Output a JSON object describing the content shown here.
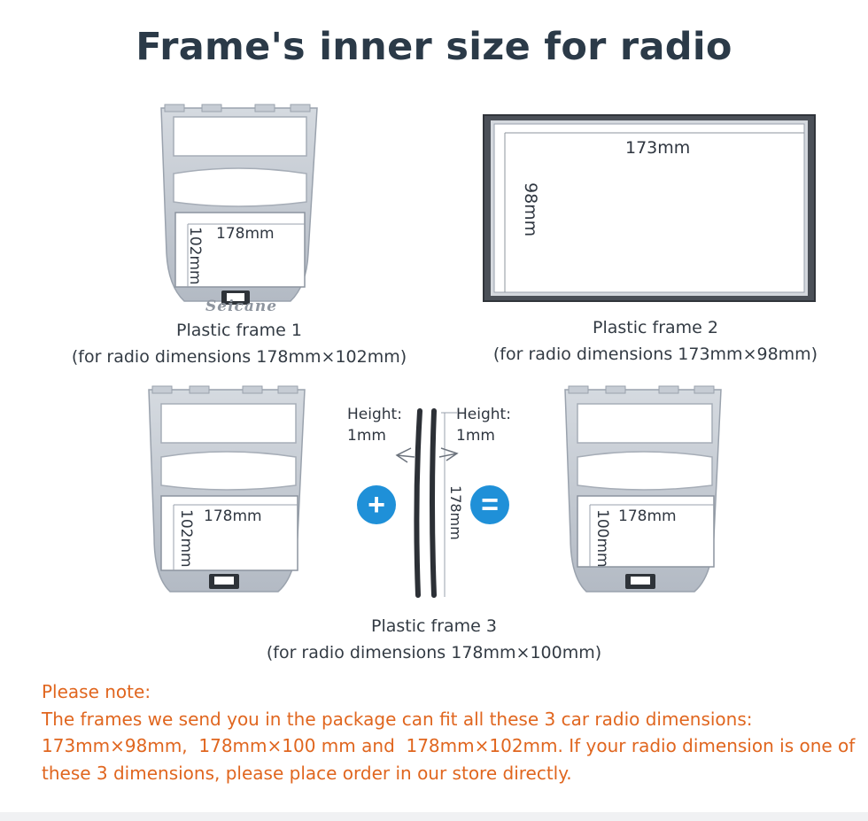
{
  "title": "Frame's inner size for radio",
  "frame1": {
    "name": "Plastic frame 1",
    "desc": "(for radio dimensions 178mm×102mm)",
    "width_label": "178mm",
    "height_label": "102mm",
    "watermark": "Seicane"
  },
  "frame2": {
    "name": "Plastic frame 2",
    "desc": "(for radio dimensions 173mm×98mm)",
    "width_label": "173mm",
    "height_label": "98mm"
  },
  "frame3": {
    "name": "Plastic frame 3",
    "desc": "(for radio dimensions 178mm×100mm)",
    "left": {
      "width_label": "178mm",
      "height_label": "102mm"
    },
    "strip": {
      "left_note_line1": "Height:",
      "left_note_line2": "1mm",
      "right_note_line1": "Height:",
      "right_note_line2": "1mm",
      "length_label": "178mm"
    },
    "right": {
      "width_label": "178mm",
      "height_label": "100mm"
    },
    "plus_symbol": "+",
    "equals_symbol": "="
  },
  "note": {
    "heading": "Please note:",
    "line1": "The frames we send you in the package can fit all these 3 car radio dimensions:",
    "line2": "173mm×98mm,  178mm×100 mm and  178mm×102mm. If your radio dimension is one of",
    "line3": "these 3 dimensions, please place order in our store directly."
  },
  "colors": {
    "title": "#2b3a48",
    "note": "#e0661f",
    "accent": "#1f90d8",
    "frame_silver": "#c4cad3",
    "frame_dark": "#3c4148"
  }
}
